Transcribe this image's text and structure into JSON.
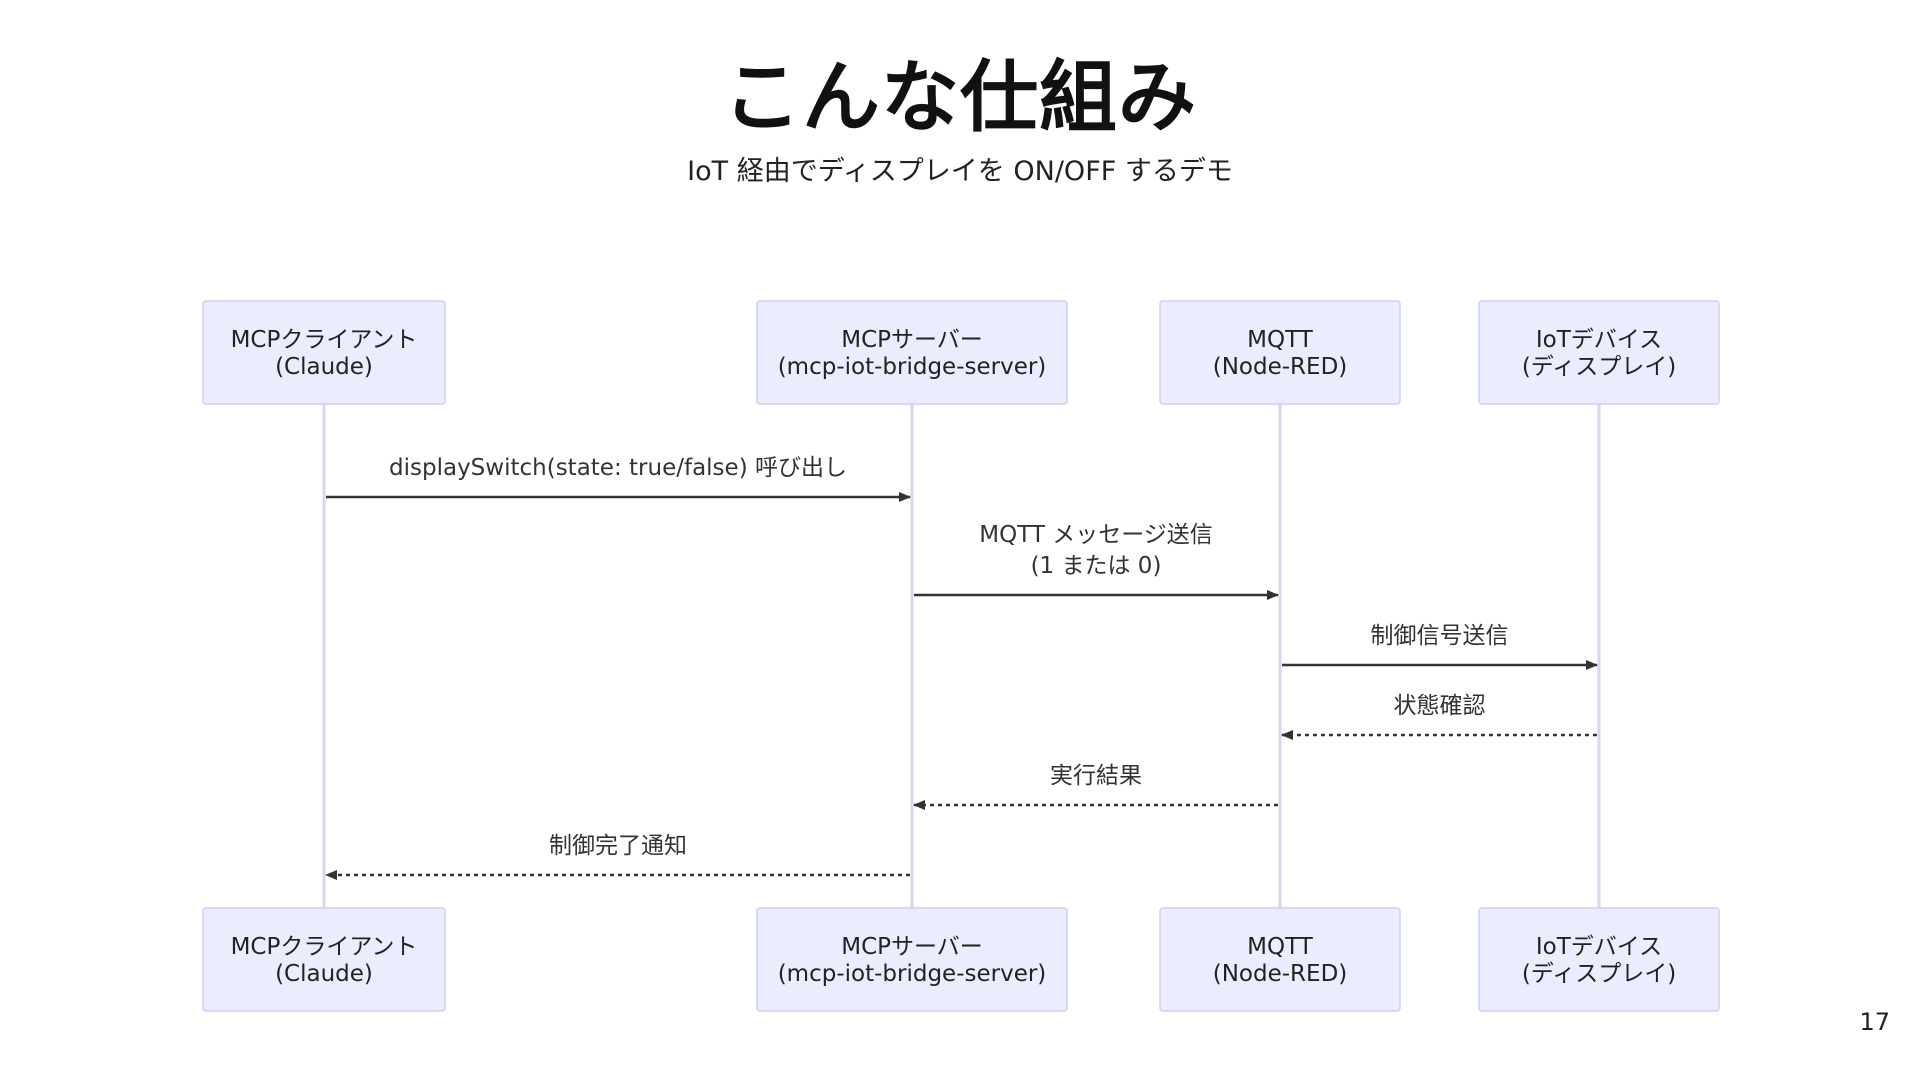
{
  "title": "こんな仕組み",
  "subtitle": "IoT 経由でディスプレイを ON/OFF するデモ",
  "page_number": "17",
  "diagram": {
    "type": "sequence",
    "participants": [
      {
        "id": "client",
        "line1": "MCPクライアント",
        "line2": "(Claude)"
      },
      {
        "id": "server",
        "line1": "MCPサーバー",
        "line2": "(mcp-iot-bridge-server)"
      },
      {
        "id": "mqtt",
        "line1": "MQTT",
        "line2": "(Node-RED)"
      },
      {
        "id": "device",
        "line1": "IoTデバイス",
        "line2": "(ディスプレイ)"
      }
    ],
    "messages": [
      {
        "from": "client",
        "to": "server",
        "style": "solid",
        "label": [
          "displaySwitch(state: true/false) 呼び出し"
        ]
      },
      {
        "from": "server",
        "to": "mqtt",
        "style": "solid",
        "label": [
          "MQTT メッセージ送信",
          "(1 または 0)"
        ]
      },
      {
        "from": "mqtt",
        "to": "device",
        "style": "solid",
        "label": [
          "制御信号送信"
        ]
      },
      {
        "from": "device",
        "to": "mqtt",
        "style": "dashed",
        "label": [
          "状態確認"
        ]
      },
      {
        "from": "mqtt",
        "to": "server",
        "style": "dashed",
        "label": [
          "実行結果"
        ]
      },
      {
        "from": "server",
        "to": "client",
        "style": "dashed",
        "label": [
          "制御完了通知"
        ]
      }
    ],
    "colors": {
      "actor_fill": "#ececff",
      "actor_border": "#cfcdf5",
      "lifeline": "#d9d5ef",
      "arrow": "#333333"
    }
  }
}
